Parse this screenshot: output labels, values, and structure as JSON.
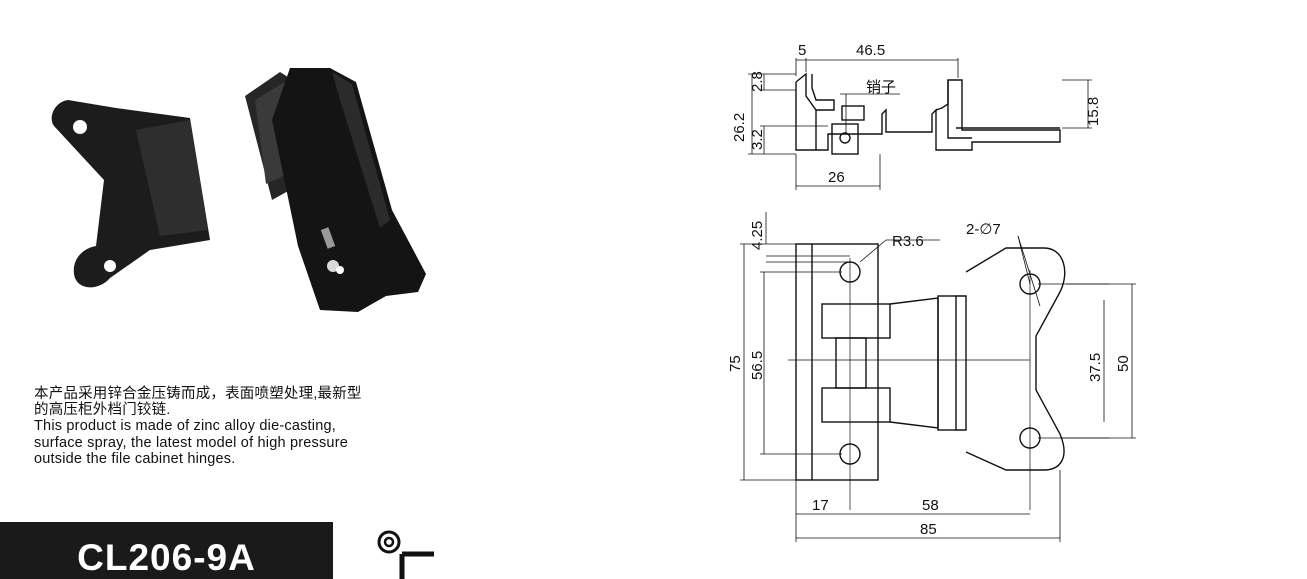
{
  "description": {
    "zh_line1": "本产品采用锌合金压铸而成，表面喷塑处理,最新型",
    "zh_line2": "的高压柜外档门铰链.",
    "en_line1": "This product is made of zinc alloy die-casting,",
    "en_line2": "surface spray, the latest model of high pressure",
    "en_line3": "outside the file cabinet hinges."
  },
  "model": {
    "code": "CL206-9A"
  },
  "side_view": {
    "dim_top_small": "5",
    "dim_top_wide": "46.5",
    "pin_label": "销子",
    "dim_left_outer": "26.2",
    "dim_left_top": "2.8",
    "dim_left_bottom": "3.2",
    "dim_right": "15.8",
    "dim_bottom": "26"
  },
  "front_view": {
    "dim_top_offset": "4.25",
    "radius": "R3.6",
    "holes": "2-∅7",
    "dim_height_outer": "75",
    "dim_height_inner": "56.5",
    "dim_hole_pitch": "37.5",
    "dim_right_height": "50",
    "dim_bottom_left": "17",
    "dim_bottom_mid": "58",
    "dim_bottom_total": "85"
  },
  "colors": {
    "banner": "#1a1a1a",
    "line": "#111111"
  }
}
